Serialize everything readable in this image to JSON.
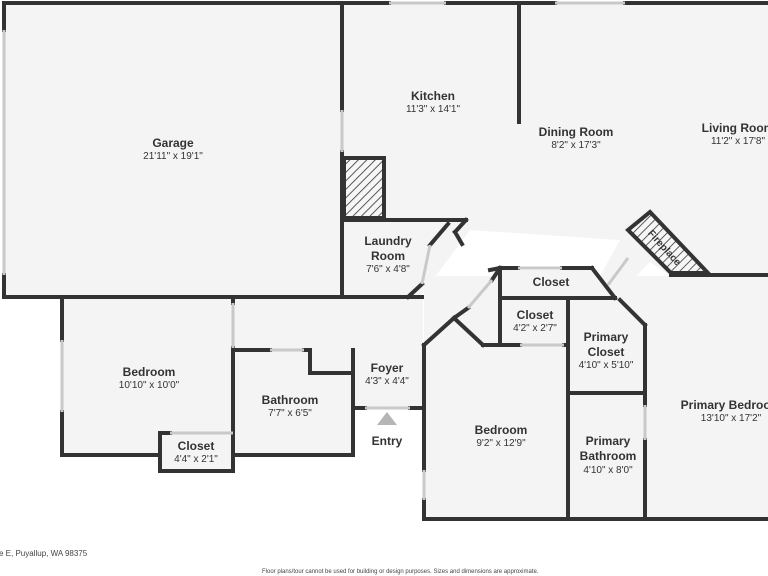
{
  "rooms": {
    "garage": {
      "name": "Garage",
      "dims": "21'11\" x 19'1\""
    },
    "kitchen": {
      "name": "Kitchen",
      "dims": "11'3\" x 14'1\""
    },
    "dining": {
      "name": "Dining Room",
      "dims": "8'2\" x 17'3\""
    },
    "living": {
      "name": "Living Room",
      "dims": "11'2\" x 17'8\""
    },
    "laundry": {
      "name": "Laundry\nRoom",
      "dims": "7'6\" x 4'8\""
    },
    "fireplace": {
      "name": "Fireplace"
    },
    "closet_hall": {
      "name": "Closet"
    },
    "closet_small": {
      "name": "Closet",
      "dims": "4'2\" x 2'7\""
    },
    "primary_closet": {
      "name": "Primary\nCloset",
      "dims": "4'10\" x 5'10\""
    },
    "foyer": {
      "name": "Foyer",
      "dims": "4'3\" x 4'4\""
    },
    "bedroom_left": {
      "name": "Bedroom",
      "dims": "10'10\" x 10'0\""
    },
    "bathroom": {
      "name": "Bathroom",
      "dims": "7'7\" x 6'5\""
    },
    "closet_bedroom": {
      "name": "Closet",
      "dims": "4'4\" x 2'1\""
    },
    "bedroom_mid": {
      "name": "Bedroom",
      "dims": "9'2\" x 12'9\""
    },
    "primary_bath": {
      "name": "Primary\nBathroom",
      "dims": "4'10\" x 8'0\""
    },
    "primary_bedroom": {
      "name": "Primary Bedroom",
      "dims": "13'10\" x 17'2\""
    }
  },
  "entry_label": "Entry",
  "address": "e E, Puyallup, WA 98375",
  "disclaimer": "Floor plans/tour cannot be used for building or design purposes. Sizes and dimensions are approximate."
}
